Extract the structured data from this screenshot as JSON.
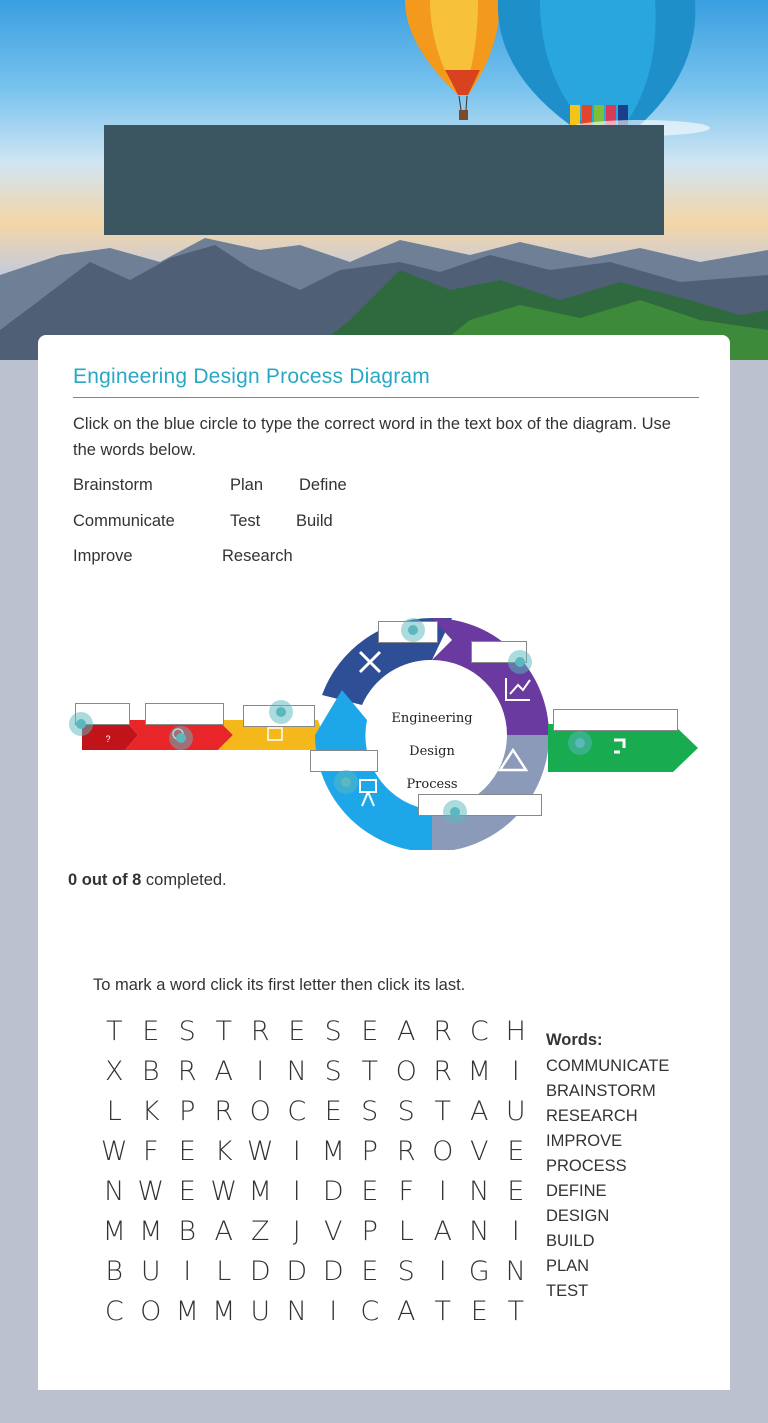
{
  "card": {
    "title": "Engineering Design Process Diagram",
    "instructions": "Click on the blue circle to type the correct word in the text box of the diagram. Use the words below.",
    "word_bank": [
      "Brainstorm",
      "Plan",
      "Define",
      "Communicate",
      "Test",
      "Build",
      "Improve",
      "Research"
    ]
  },
  "diagram": {
    "center_label": [
      "Engineering",
      "Design",
      "Process"
    ],
    "input_values": [
      "",
      "",
      "",
      "",
      "",
      "",
      "",
      ""
    ],
    "icons": [
      "question-icon",
      "lightbulb-icon",
      "books-icon",
      "tools-icon",
      "chart-icon",
      "recycle-icon",
      "presentation-icon",
      "flowchart-icon"
    ],
    "colors": {
      "red": "#e8262a",
      "dark_red": "#c0131a",
      "yellow": "#f5b81a",
      "navy": "#2e4f96",
      "purple": "#6a3aa0",
      "gray_blue": "#8a9ab8",
      "light_blue": "#1ea7e8",
      "green": "#18ab4f",
      "dot": "#5ab8be"
    }
  },
  "progress": {
    "count": "0 out of 8",
    "suffix": " completed."
  },
  "wordsearch": {
    "instruction": "To mark a word click its first letter then click its last.",
    "rows": [
      "TESTRESEARCH",
      "XBRAINSTORMI",
      "LKPROCESSTAU",
      "WFEKWIMPROVE",
      "NWEWMIDEFINE",
      "MMBAZJVPLANI",
      "BUILDDDESIGN",
      "COMMUNICATET"
    ],
    "words_title": "Words:",
    "words": [
      "COMMUNICATE",
      "BRAINSTORM",
      "RESEARCH",
      "IMPROVE",
      "PROCESS",
      "DEFINE",
      "DESIGN",
      "BUILD",
      "PLAN",
      "TEST"
    ]
  }
}
